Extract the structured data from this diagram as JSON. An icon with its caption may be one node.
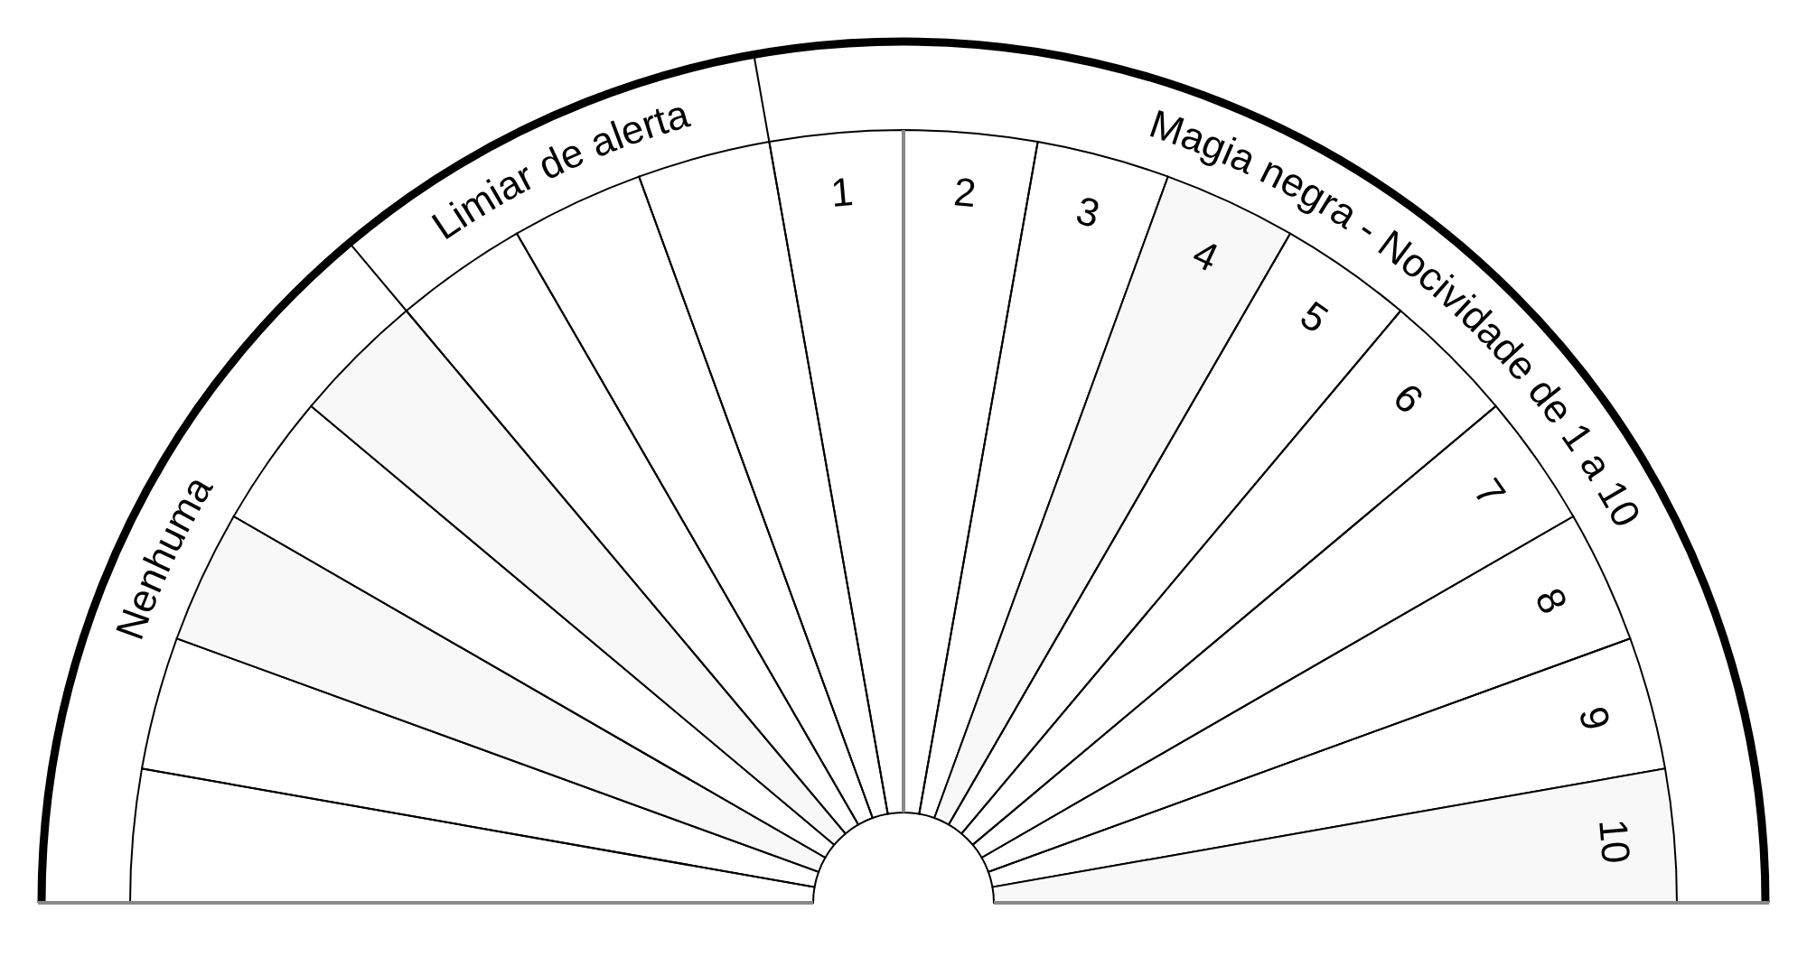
{
  "diagram": {
    "nodes": [
      {
        "text": [
          "Nenhuma"
        ]
      },
      {
        "text": [
          "Limiar de alerta"
        ]
      },
      {
        "text": [
          "Magia negra - Nocividade de 1 a 10"
        ]
      },
      {
        "text": [],
        "shape": "wedge"
      },
      {
        "text": [],
        "shape": "wedge"
      },
      {
        "text": [],
        "shape": "wedge"
      },
      {
        "text": [],
        "shape": "wedge"
      },
      {
        "text": [],
        "shape": "wedge"
      },
      {
        "text": [],
        "shape": "wedge"
      },
      {
        "text": [],
        "shape": "wedge"
      },
      {
        "text": [],
        "shape": "wedge"
      },
      {
        "text": [
          "1"
        ]
      },
      {
        "text": [
          "2"
        ]
      },
      {
        "text": [
          "3"
        ]
      },
      {
        "text": [
          "4"
        ]
      },
      {
        "text": [
          "5"
        ]
      },
      {
        "text": [
          "6"
        ]
      },
      {
        "text": [
          "7"
        ]
      },
      {
        "text": [
          "8"
        ]
      },
      {
        "text": [
          "9"
        ]
      },
      {
        "text": [
          "10"
        ]
      }
    ]
  }
}
